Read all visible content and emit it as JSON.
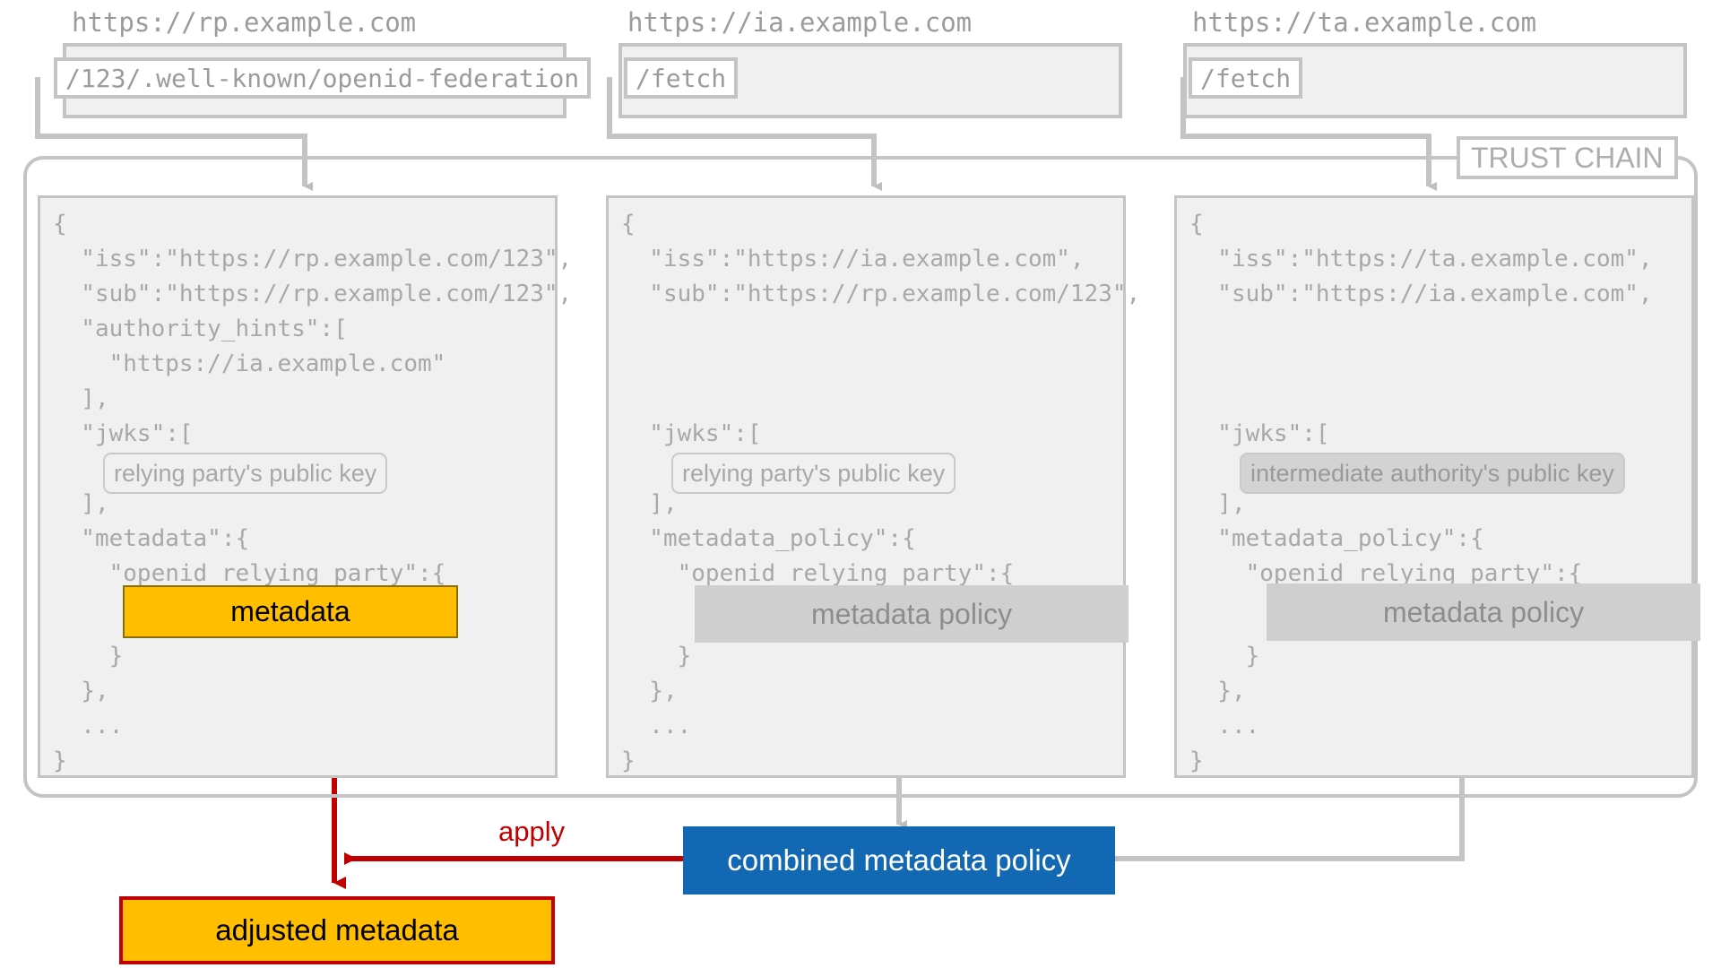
{
  "diagram": {
    "title": "OpenID Federation trust chain metadata policy resolution",
    "trust_chain_label": "TRUST CHAIN",
    "colors": {
      "metadata": "#ffbf00",
      "policy": "#cfcfcf",
      "combined": "#1268b3",
      "apply_arrow": "#c00000",
      "line": "#c4c4c4"
    }
  },
  "hosts": [
    {
      "url": "https://rp.example.com",
      "endpoint": "/123/.well-known/openid-federation"
    },
    {
      "url": "https://ia.example.com",
      "endpoint": "/fetch"
    },
    {
      "url": "https://ta.example.com",
      "endpoint": "/fetch"
    }
  ],
  "statements": [
    {
      "name": "entity-configuration-rp",
      "code_top": "{\n  \"iss\":\"https://rp.example.com/123\",\n  \"sub\":\"https://rp.example.com/123\",\n  \"authority_hints\":[\n    \"https://ia.example.com\"\n  ],\n  \"jwks\":[",
      "key_chip": "relying party's public key",
      "key_chip_filled": false,
      "code_mid": "  ],\n  \"metadata\":{\n    \"openid_relying_party\":{",
      "highlight_box": "metadata",
      "highlight_kind": "metadata",
      "code_bottom": "    }\n  },\n  ...\n}"
    },
    {
      "name": "subordinate-statement-ia",
      "code_top": "{\n  \"iss\":\"https://ia.example.com\",\n  \"sub\":\"https://rp.example.com/123\",\n\n\n\n  \"jwks\":[",
      "key_chip": "relying party's public key",
      "key_chip_filled": false,
      "code_mid": "  ],\n  \"metadata_policy\":{\n    \"openid_relying_party\":{",
      "highlight_box": "metadata policy",
      "highlight_kind": "policy",
      "code_bottom": "    }\n  },\n  ...\n}"
    },
    {
      "name": "subordinate-statement-ta",
      "code_top": "{\n  \"iss\":\"https://ta.example.com\",\n  \"sub\":\"https://ia.example.com\",\n\n\n\n  \"jwks\":[",
      "key_chip": "intermediate authority's public key",
      "key_chip_filled": true,
      "code_mid": "  ],\n  \"metadata_policy\":{\n    \"openid_relying_party\":{",
      "highlight_box": "metadata policy",
      "highlight_kind": "policy",
      "code_bottom": "    }\n  },\n  ...\n}"
    }
  ],
  "bottom": {
    "apply_label": "apply",
    "combined_policy": "combined metadata policy",
    "adjusted_metadata": "adjusted metadata"
  }
}
